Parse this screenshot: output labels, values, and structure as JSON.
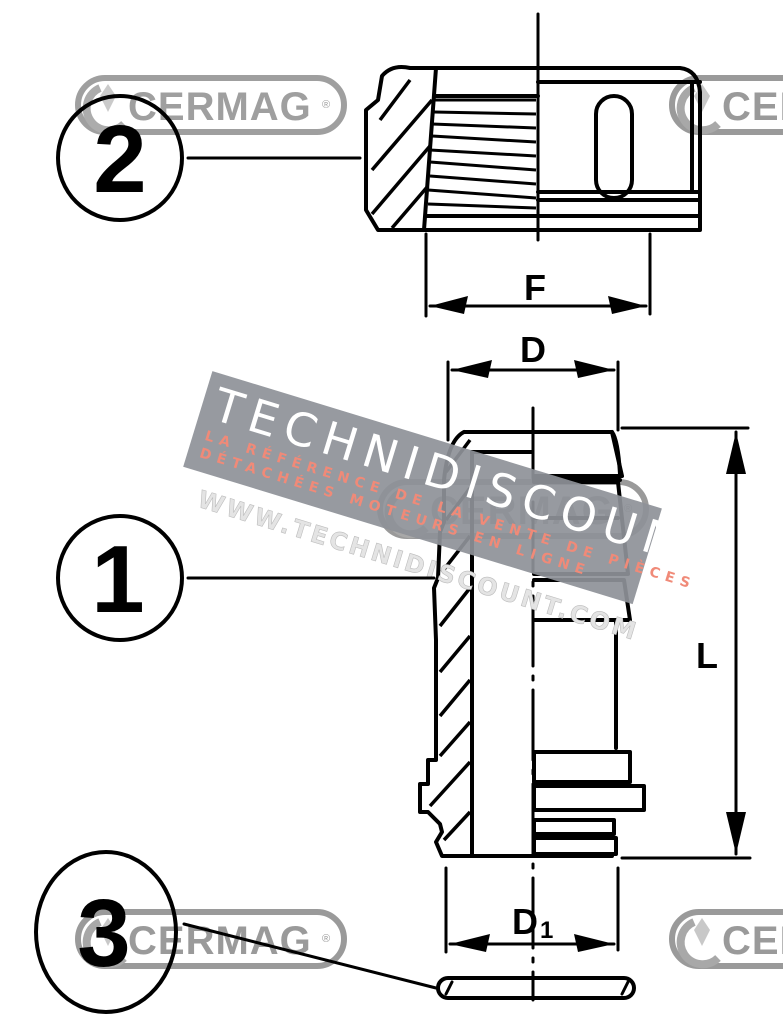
{
  "diagram": {
    "type": "exploded technical parts drawing",
    "subject": "hose fitting assembly"
  },
  "callouts": [
    {
      "number": "1",
      "part": "hose tail / nipple"
    },
    {
      "number": "2",
      "part": "threaded nut"
    },
    {
      "number": "3",
      "part": "o-ring seal"
    }
  ],
  "dimensions": {
    "F": "F",
    "D": "D",
    "L": "L",
    "D1_main": "D",
    "D1_sub": "1"
  },
  "watermarks": {
    "cermag": {
      "text": "CERMAG",
      "registered": "®",
      "color": "#9a9a9a"
    },
    "technidiscount": {
      "title": "TECHNIDISCOUNT",
      "tagline_1": "LA RÉFÉRENCE DE LA VENTE DE PIÈCES",
      "tagline_2": "DÉTACHÉES MOTEURS EN LIGNE",
      "url": "WWW.TECHNIDISCOUNT.COM",
      "banner_color": "#8e9198",
      "tagline_color": "#f08a78"
    }
  },
  "colors": {
    "ink": "#000000",
    "background": "#ffffff"
  }
}
